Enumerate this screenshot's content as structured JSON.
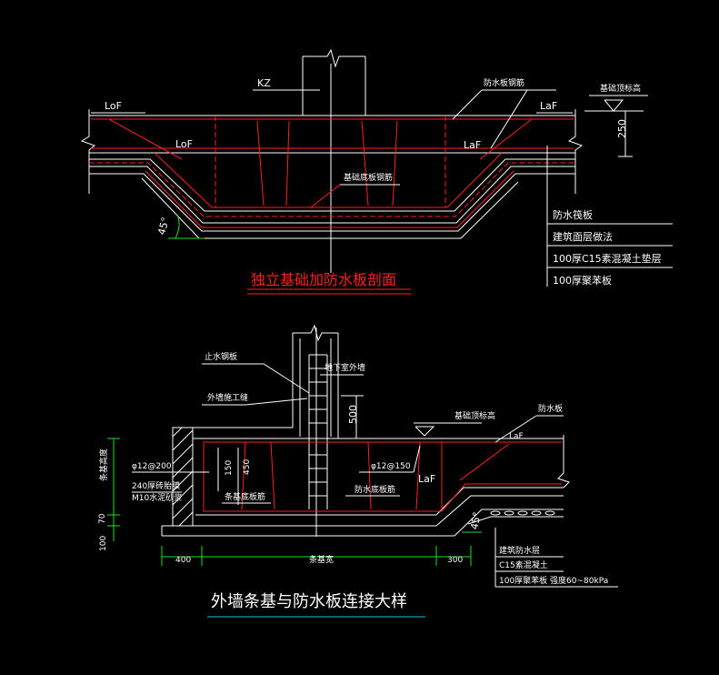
{
  "colors": {
    "background": "#000000",
    "line": "#ffffff",
    "rebar": "#ff2020",
    "leader": "#20e020",
    "underline": "#20c0e0"
  },
  "section1": {
    "title": "独立基础加防水板剖面",
    "kz": "KZ",
    "lof_left": "LoF",
    "lof_inner": "LoF",
    "laf_right": "LaF",
    "laf_inner": "LaF",
    "slab_rebar": "防水板钢筋",
    "base_rebar": "基础底板钢筋",
    "top_elev": "基础顶标高",
    "dim_250": "250",
    "angle": "45°",
    "layers": [
      "防水筏板",
      "建筑面层做法",
      "100厚C15素混凝土垫层",
      "100厚聚苯板"
    ]
  },
  "section2": {
    "title": "外墙条基与防水板连接大样",
    "stop_plate": "止水钢板",
    "basement_wall": "地下室外墙",
    "construction_joint": "外墙施工缝",
    "dim_500": "500",
    "top_elev": "基础顶标高",
    "slab_bar": "防水板",
    "laf": "LaF",
    "lab": "LaF",
    "rebar_200": "φ12@200",
    "rebar_150": "φ12@150",
    "board_240": "240厚砖胎膜",
    "board_mu": "M10水泥砂浆",
    "left_label": "条基高度",
    "dim_150": "150",
    "dim_450": "450",
    "bottom_bar_left": "条基底板筋",
    "bottom_bar_mid": "防水底板筋",
    "dim_70": "70",
    "dim_100": "100",
    "dim_400": "400",
    "dim_strip": "条基宽",
    "dim_300": "300",
    "angle": "45°",
    "layers": [
      "建筑防水层",
      "C15素混凝土",
      "100厚聚苯板 强度60~80kPa"
    ]
  }
}
